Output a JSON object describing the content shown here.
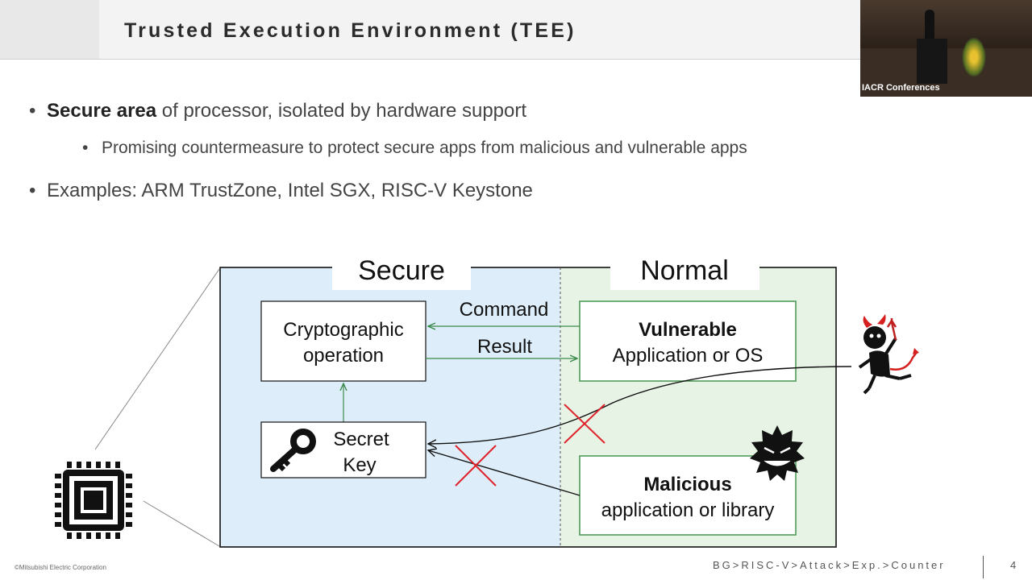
{
  "slide": {
    "title": "Trusted Execution Environment (TEE)",
    "bullets": [
      {
        "bold": "Secure area",
        "text": " of processor, isolated by hardware support"
      },
      {
        "text": "Promising countermeasure to protect secure apps from malicious and vulnerable apps"
      },
      {
        "text": "Examples: ARM TrustZone, Intel SGX, RISC-V Keystone"
      }
    ],
    "bullet_glyph": "•",
    "footer": {
      "copyright": "©Mitsubishi Electric Corporation",
      "nav": "BG>RISC-V>Attack>Exp.>Counter",
      "page": "4"
    }
  },
  "video": {
    "label": "IACR Conferences"
  },
  "diagram": {
    "secure_label": "Secure",
    "normal_label": "Normal",
    "crypto_line1": "Cryptographic",
    "crypto_line2": "operation",
    "command_label": "Command",
    "result_label": "Result",
    "vuln_bold": "Vulnerable",
    "vuln_line2": "Application or OS",
    "secret_line1": "Secret",
    "secret_line2": "Key",
    "mal_bold": "Malicious",
    "mal_line2": "application or library",
    "colors": {
      "secure_bg": "#ddeefa",
      "normal_bg": "#e7f3e4",
      "green_border": "#4f9a58",
      "arrow_green": "#3c8a4c",
      "cross_red": "#e0242c"
    },
    "icons": [
      "key-icon",
      "cpu-chip-icon",
      "devil-icon",
      "malware-face-icon"
    ]
  }
}
